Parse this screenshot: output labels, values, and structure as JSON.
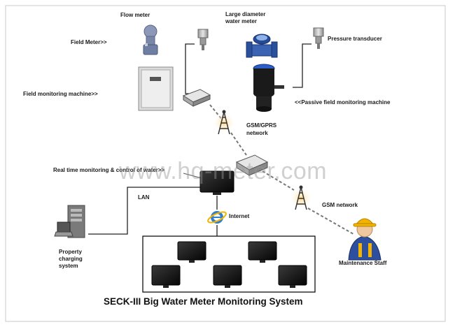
{
  "title": "SECK-III  Big Water Meter Monitoring System",
  "watermark": "www.hq-meter.com",
  "labels": {
    "flow_meter": "Flow meter",
    "large_meter_1": "Large diameter",
    "large_meter_2": "water meter",
    "field_meter": "Field Meter>>",
    "pressure_transducer": "Pressure transducer",
    "field_monitoring_machine": "Field monitoring machine>>",
    "passive_machine": "<<Passive field monitoring machine",
    "gsm_gprs_1": "GSM/GPRS",
    "gsm_gprs_2": "network",
    "real_time": "Real time monitoring & control of water>>",
    "lan": "LAN",
    "gsm_network": "GSM network",
    "internet": "Internet",
    "property_1": "Property",
    "property_2": "charging",
    "property_3": "system",
    "maintenance": "Maintenance Staff"
  },
  "colors": {
    "line": "#222222",
    "dashed_link": "#777777",
    "monitor_frame": "#111111",
    "transducer": "#8a8a8a",
    "flow_meter_body": "#7a86a8",
    "water_meter_blue": "#2a4f9c",
    "gsm_tower": "#333333",
    "gsm_glow": "#ffcc66",
    "hard_hat": "#f2b400",
    "staff_shirt": "#2d4f9e",
    "ie_icon": "#2f7fd0"
  },
  "icons": [
    "flow-meter-icon",
    "pressure-transducer-icon",
    "water-meter-icon",
    "field-cabinet-icon",
    "gprs-modem-icon",
    "gsm-tower-icon",
    "server-icon",
    "computer-monitor-icon",
    "internet-explorer-icon",
    "maintenance-staff-icon"
  ]
}
